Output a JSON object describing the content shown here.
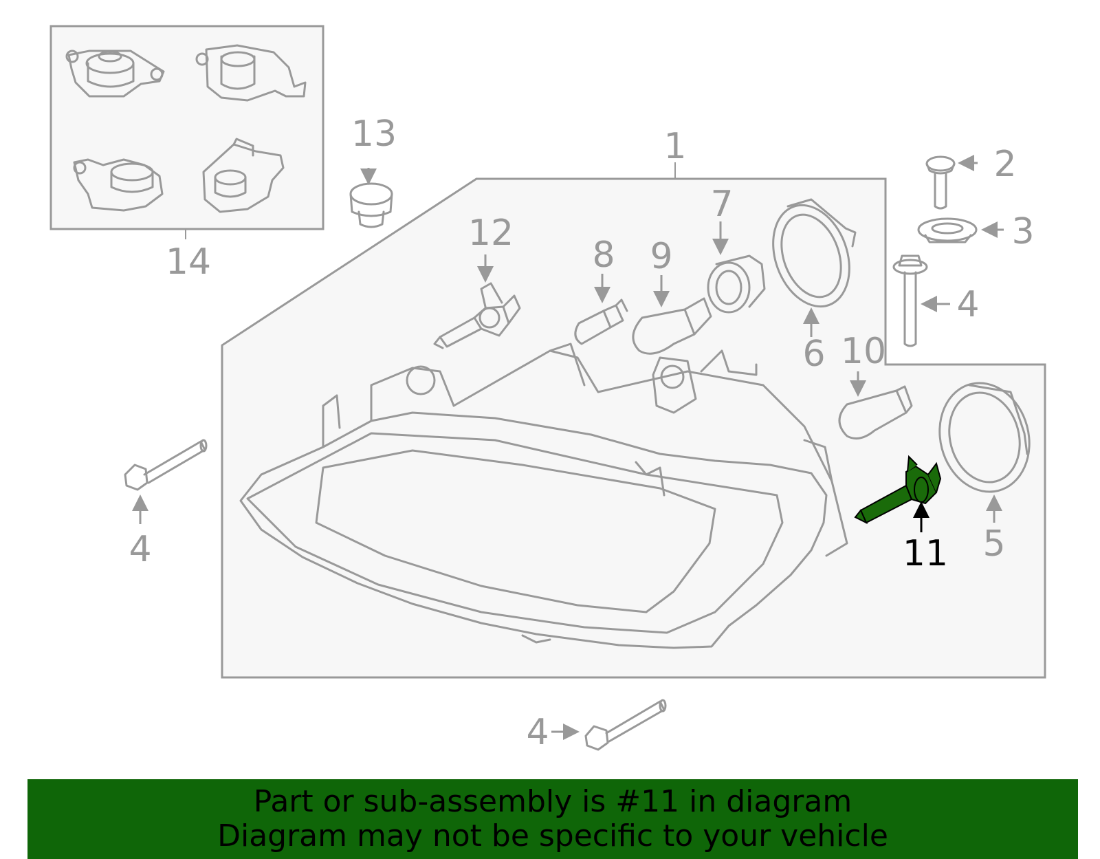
{
  "colors": {
    "line": "#999999",
    "panel": "#f7f7f7",
    "highlight_fill": "#1a6b0a",
    "highlight_text": "#000000",
    "banner": "#0f6608"
  },
  "callouts": {
    "c1": "1",
    "c2": "2",
    "c3": "3",
    "c4a": "4",
    "c4b": "4",
    "c4c": "4",
    "c5": "5",
    "c6": "6",
    "c7": "7",
    "c8": "8",
    "c9": "9",
    "c10": "10",
    "c11": "11",
    "c12": "12",
    "c13": "13",
    "c14": "14"
  },
  "highlighted_part": "11",
  "footer": {
    "line1": "Part or sub-assembly is #11 in diagram",
    "line2": "Diagram may not be specific to your vehicle"
  }
}
